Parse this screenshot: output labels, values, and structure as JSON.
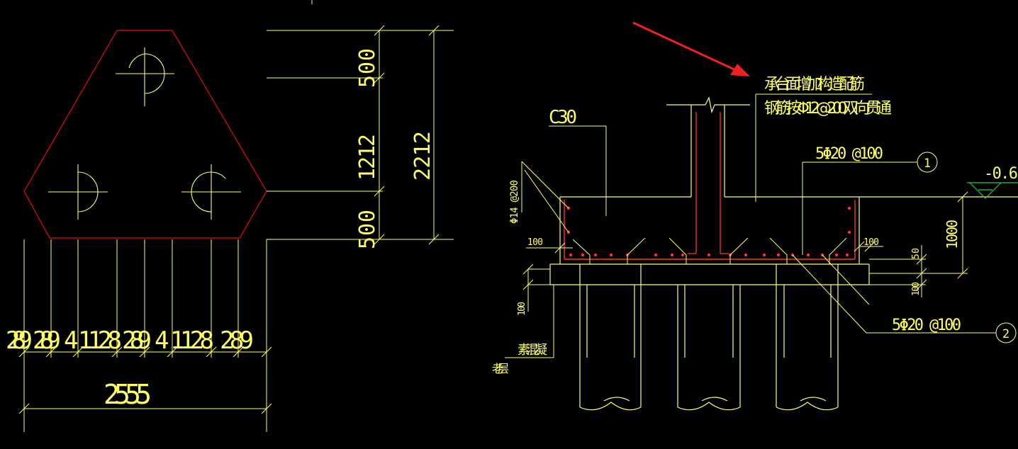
{
  "colors": {
    "background": "#000000",
    "line": "#ffff66",
    "rebar": "#ff3030",
    "cap_outline": "#e01010",
    "level_mark": "#22cc44",
    "arrow": "#ee2222"
  },
  "plan": {
    "dimensions_vertical": [
      "500",
      "1212",
      "500",
      "2212"
    ],
    "dimensions_horizontal": [
      "289",
      "289",
      "4",
      "1128",
      "289",
      "4",
      "1128",
      "289"
    ],
    "dimension_total": "2555"
  },
  "section": {
    "concrete_grade": "C30",
    "note_line1": "承台面增加构造配筋",
    "note_line2": "钢筋按Φ12 @200 双向贯通",
    "top_rebar": "5Φ20 @100",
    "top_rebar_callout": "1",
    "bottom_rebar": "5Φ20 @100",
    "bottom_rebar_callout": "2",
    "side_rebar": "Φ14 @200",
    "elevation": "-0.6",
    "cover_left": "100",
    "cover_right": "100",
    "depth": "1000",
    "dim_50": "50",
    "dim_100_right": "100",
    "dim_100_left": "100",
    "plain_concrete": "素混凝",
    "soil_layer": "老层"
  }
}
